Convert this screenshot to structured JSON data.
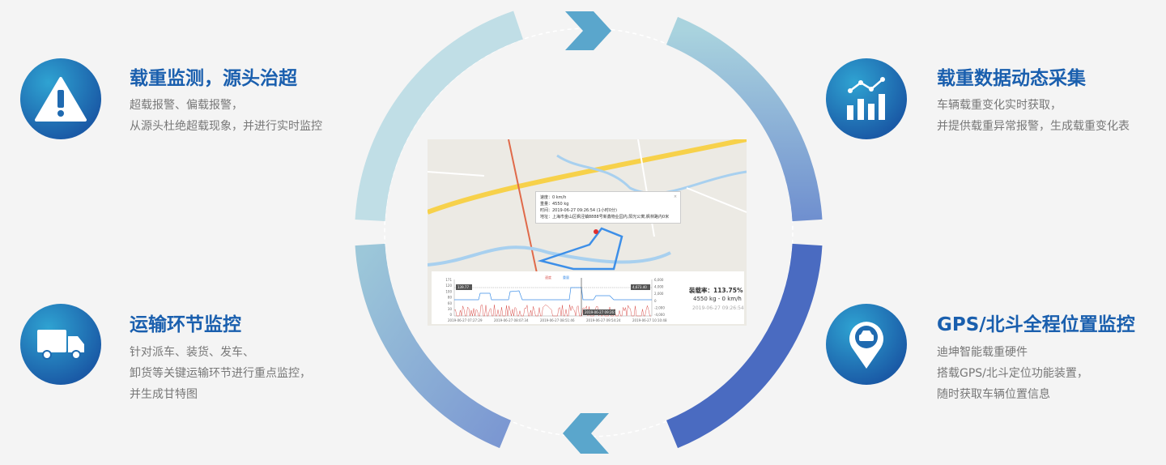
{
  "features": [
    {
      "title": "载重监测，源头治超",
      "lines": [
        "超载报警、偏载报警，",
        "从源头杜绝超载现象，并进行实时监控"
      ],
      "icon": "warning-icon"
    },
    {
      "title": "运输环节监控",
      "lines": [
        "针对派车、装货、发车、",
        "卸货等关键运输环节进行重点监控，",
        "并生成甘特图"
      ],
      "icon": "truck-icon"
    },
    {
      "title": "载重数据动态采集",
      "lines": [
        "车辆载重变化实时获取，",
        "并提供载重异常报警，生成载重变化表"
      ],
      "icon": "bar-chart-icon"
    },
    {
      "title": "GPS/北斗全程位置监控",
      "lines": [
        "迪坤智能载重硬件",
        "搭载GPS/北斗定位功能装置，",
        "随时获取车辆位置信息"
      ],
      "icon": "location-car-icon"
    }
  ],
  "popup": {
    "lines": [
      "速度：0 km/h",
      "重量：4550 kg",
      "时间：2019-06-27 09:26:54 (1小时0分)",
      "地址：上海市金山区枫泾镇8888号新鑫物业园内,阳光公寓,枫林路内0米"
    ],
    "close": "×"
  },
  "chart": {
    "legend": [
      "速度",
      "重量"
    ],
    "left_ticks": [
      "171",
      "120",
      "100",
      "80",
      "60",
      "30",
      "0"
    ],
    "right_ticks": [
      "6,000",
      "4,000",
      "2,000",
      "0",
      "-2,000",
      "-4,000"
    ],
    "left_marker": "139.77",
    "right_marker": "4,673.40",
    "x_ticks": [
      "2019-06-27 07:27:29",
      "2019-06-27 08:07:34",
      "2019-06-27 08:51:46",
      "2019-06-27 09:54:24",
      "2019-06-27 10:10:48"
    ],
    "cursor_label": "2019-06-27 09:26:54",
    "load_rate": "装载率：113.75%",
    "weight_speed": "4550 kg - 0 km/h",
    "timestamp": "2019-06-27 09:26:54"
  },
  "colors": {
    "accent": "#1a5fae",
    "speed": "#d9534f",
    "weight": "#3d8fe8"
  }
}
